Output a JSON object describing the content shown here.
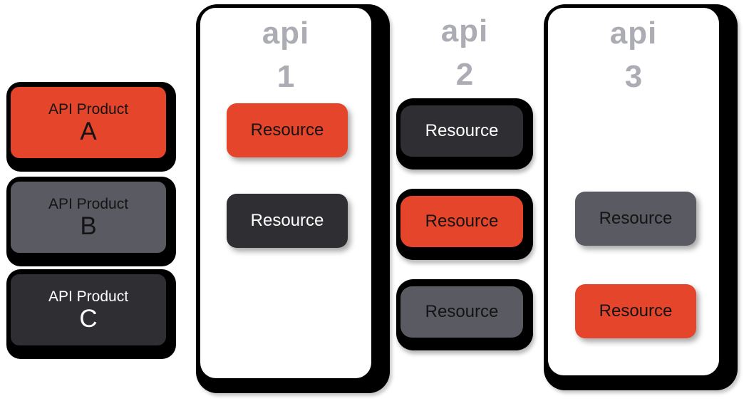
{
  "background": "#FFFFFF",
  "colors": {
    "red": "#E5452B",
    "gray": "#5A5A62",
    "dark": "#2F2F33",
    "black": "#000000",
    "white": "#FFFFFF",
    "api_label_gray": "#ACACB4"
  },
  "products": [
    {
      "title": "API Product",
      "letter": "A",
      "fill": "red",
      "text": "black"
    },
    {
      "title": "API Product",
      "letter": "B",
      "fill": "gray",
      "text": "black"
    },
    {
      "title": "API Product",
      "letter": "C",
      "fill": "dark",
      "text": "white"
    }
  ],
  "apis": [
    {
      "label": "api",
      "number": "1",
      "container": true,
      "resources": [
        {
          "label": "Resource",
          "fill": "red",
          "text": "black"
        },
        {
          "label": "Resource",
          "fill": "dark",
          "text": "white"
        }
      ]
    },
    {
      "label": "api",
      "number": "2",
      "container": false,
      "resources": [
        {
          "label": "Resource",
          "fill": "dark",
          "text": "white"
        },
        {
          "label": "Resource",
          "fill": "red",
          "text": "black"
        },
        {
          "label": "Resource",
          "fill": "gray",
          "text": "black"
        }
      ]
    },
    {
      "label": "api",
      "number": "3",
      "container": true,
      "resources": [
        {
          "label": "Resource",
          "fill": "gray",
          "text": "black"
        },
        {
          "label": "Resource",
          "fill": "red",
          "text": "black"
        }
      ]
    }
  ]
}
